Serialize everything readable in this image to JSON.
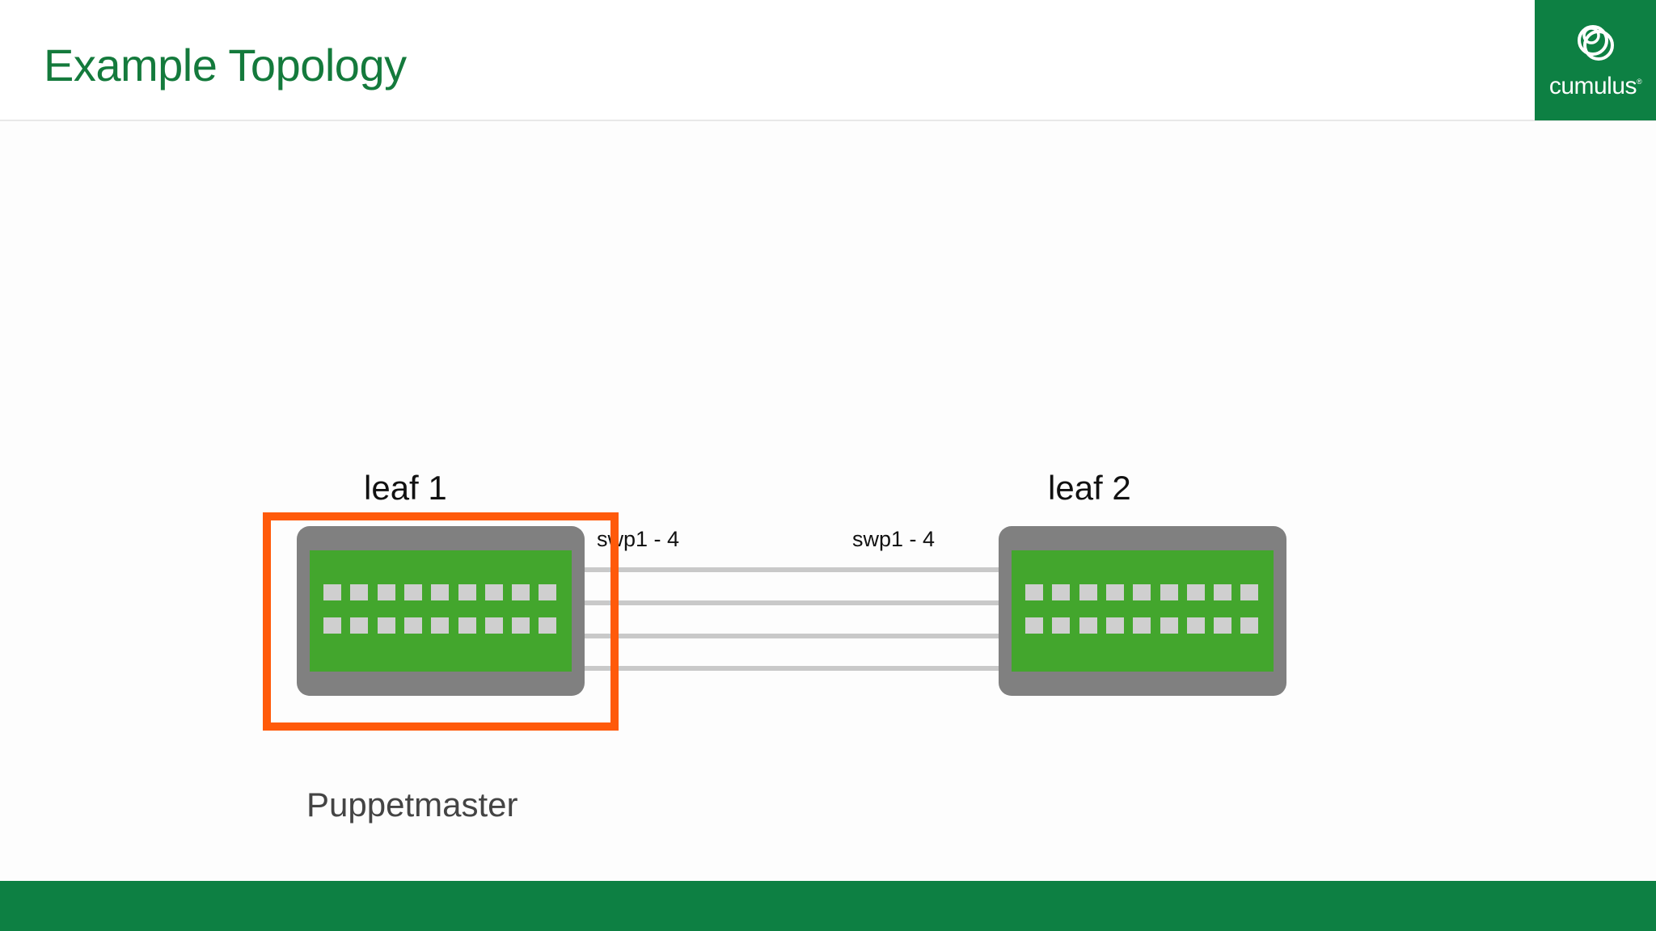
{
  "header": {
    "title": "Example Topology"
  },
  "logo": {
    "name": "cumulus",
    "mark": "®",
    "icon": "cumulus-rings-icon"
  },
  "diagram": {
    "nodes": [
      {
        "id": "leaf1",
        "label": "leaf 1",
        "role": "Puppetmaster",
        "ports": "swp1 - 4",
        "highlighted": true
      },
      {
        "id": "leaf2",
        "label": "leaf 2",
        "ports": "swp1 - 4"
      }
    ],
    "link_count": 4
  },
  "colors": {
    "brand_green": "#0d8043",
    "title_green": "#147a3c",
    "switch_body": "#808080",
    "switch_panel": "#43a62d",
    "port": "#cfcfcf",
    "link": "#c9c9c9",
    "highlight": "#ff5a0a"
  }
}
